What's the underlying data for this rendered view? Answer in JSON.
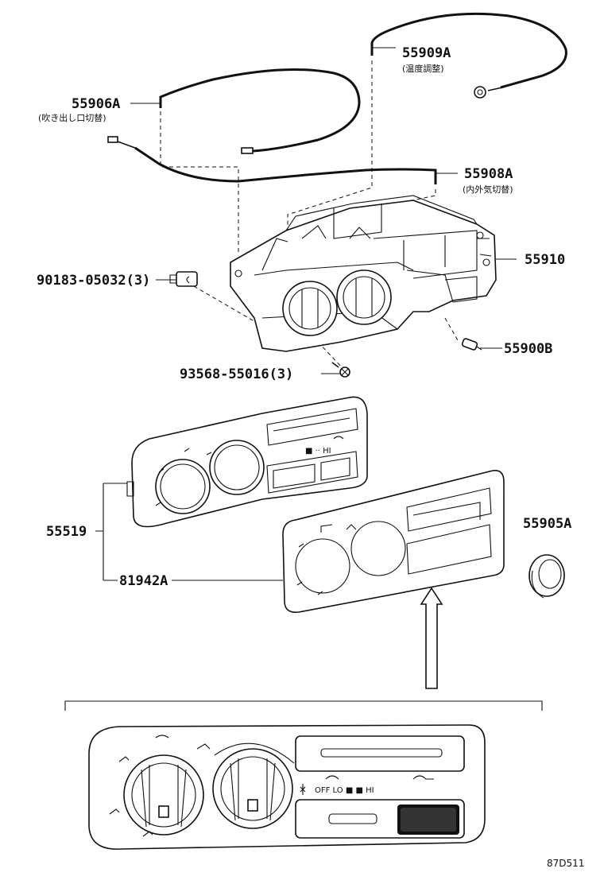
{
  "parts": {
    "p55909a": {
      "number": "55909A",
      "desc": "(温度調整)"
    },
    "p55906a": {
      "number": "55906A",
      "desc": "(吹き出し口切替)"
    },
    "p55908a": {
      "number": "55908A",
      "desc": "(内外気切替)"
    },
    "p55910": {
      "number": "55910"
    },
    "p90183": {
      "number": "90183-05032(3)"
    },
    "p55900b": {
      "number": "55900B"
    },
    "p93568": {
      "number": "93568-55016(3)"
    },
    "p55519": {
      "number": "55519"
    },
    "p81942a": {
      "number": "81942A"
    },
    "p55905a": {
      "number": "55905A"
    }
  },
  "panel_text": {
    "fan_scale": "OFF  LO  ■  ■  HI",
    "upper_panel_scale": "■ ·· HI"
  },
  "diagram_code": "87D511"
}
